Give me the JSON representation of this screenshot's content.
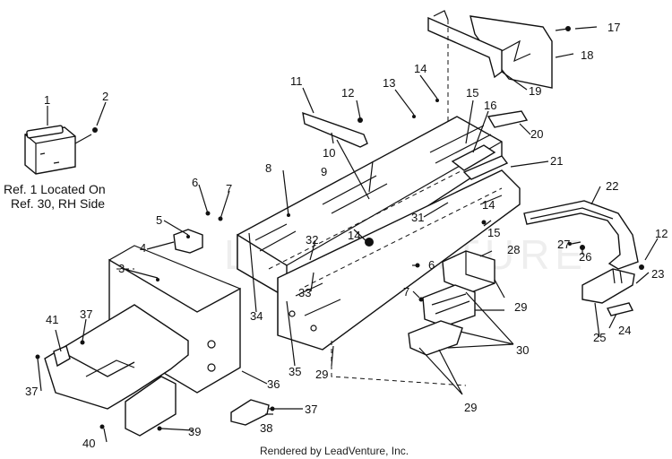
{
  "labels": [
    {
      "id": "c1",
      "text": "1"
    },
    {
      "id": "c2",
      "text": "2"
    },
    {
      "id": "c3",
      "text": "3"
    },
    {
      "id": "c4",
      "text": "4"
    },
    {
      "id": "c5",
      "text": "5"
    },
    {
      "id": "c6a",
      "text": "6"
    },
    {
      "id": "c6b",
      "text": "6"
    },
    {
      "id": "c7a",
      "text": "7"
    },
    {
      "id": "c7b",
      "text": "7"
    },
    {
      "id": "c8",
      "text": "8"
    },
    {
      "id": "c9",
      "text": "9"
    },
    {
      "id": "c10",
      "text": "10"
    },
    {
      "id": "c11",
      "text": "11"
    },
    {
      "id": "c12a",
      "text": "12"
    },
    {
      "id": "c12b",
      "text": "12"
    },
    {
      "id": "c13",
      "text": "13"
    },
    {
      "id": "c14a",
      "text": "14"
    },
    {
      "id": "c14b",
      "text": "14"
    },
    {
      "id": "c14c",
      "text": "14"
    },
    {
      "id": "c15a",
      "text": "15"
    },
    {
      "id": "c15b",
      "text": "15"
    },
    {
      "id": "c16",
      "text": "16"
    },
    {
      "id": "c17",
      "text": "17"
    },
    {
      "id": "c18",
      "text": "18"
    },
    {
      "id": "c19",
      "text": "19"
    },
    {
      "id": "c20",
      "text": "20"
    },
    {
      "id": "c21",
      "text": "21"
    },
    {
      "id": "c22",
      "text": "22"
    },
    {
      "id": "c23",
      "text": "23"
    },
    {
      "id": "c24",
      "text": "24"
    },
    {
      "id": "c25",
      "text": "25"
    },
    {
      "id": "c26",
      "text": "26"
    },
    {
      "id": "c27",
      "text": "27"
    },
    {
      "id": "c28",
      "text": "28"
    },
    {
      "id": "c29a",
      "text": "29"
    },
    {
      "id": "c29b",
      "text": "29"
    },
    {
      "id": "c29c",
      "text": "29"
    },
    {
      "id": "c30",
      "text": "30"
    },
    {
      "id": "c31",
      "text": "31"
    },
    {
      "id": "c32",
      "text": "32"
    },
    {
      "id": "c33",
      "text": "33"
    },
    {
      "id": "c34",
      "text": "34"
    },
    {
      "id": "c35",
      "text": "35"
    },
    {
      "id": "c36",
      "text": "36"
    },
    {
      "id": "c37a",
      "text": "37"
    },
    {
      "id": "c37b",
      "text": "37"
    },
    {
      "id": "c37c",
      "text": "37"
    },
    {
      "id": "c38",
      "text": "38"
    },
    {
      "id": "c39",
      "text": "39"
    },
    {
      "id": "c40",
      "text": "40"
    },
    {
      "id": "c41",
      "text": "41"
    }
  ],
  "note": {
    "line1": "Ref. 1 Located On",
    "line2": "Ref. 30, RH Side"
  },
  "footer": "Rendered by LeadVenture, Inc.",
  "watermark": "LEADVENTURE"
}
